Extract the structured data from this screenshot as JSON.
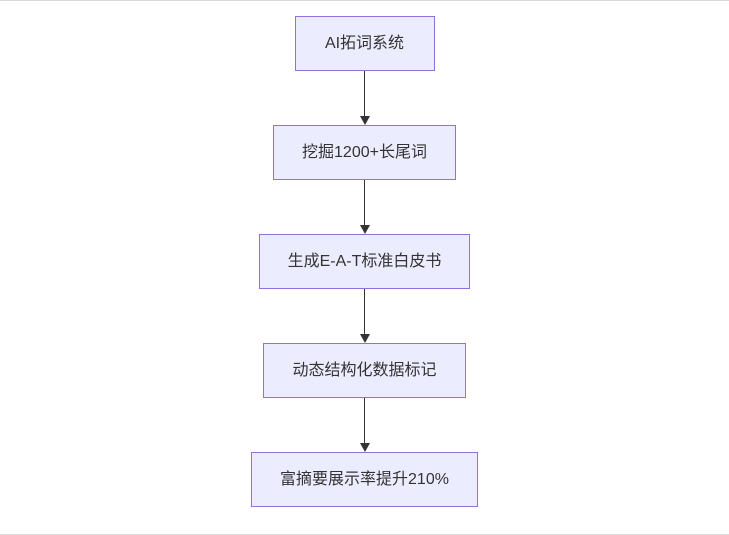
{
  "diagram": {
    "type": "flowchart",
    "direction": "top-down",
    "nodes": [
      {
        "label": "AI拓词系统"
      },
      {
        "label": "挖掘1200+长尾词"
      },
      {
        "label": "生成E-A-T标准白皮书"
      },
      {
        "label": "动态结构化数据标记"
      },
      {
        "label": "富摘要展示率提升210%"
      }
    ],
    "edges": [
      {
        "from": 0,
        "to": 1
      },
      {
        "from": 1,
        "to": 2
      },
      {
        "from": 2,
        "to": 3
      },
      {
        "from": 3,
        "to": 4
      }
    ],
    "colors": {
      "node_fill": "#ECECFF",
      "node_border": "#9370DB",
      "node_text": "#333333",
      "arrow": "#333333",
      "background": "#ffffff"
    }
  }
}
